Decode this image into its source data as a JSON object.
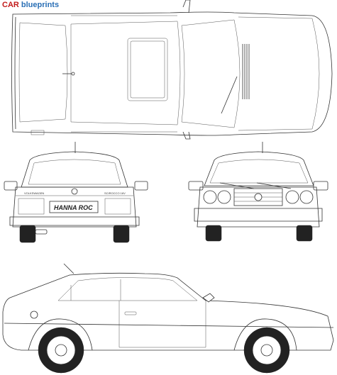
{
  "watermark": {
    "part1": "CAR",
    "part2": "blueprints"
  },
  "rear_view": {
    "make_badge": "VOLKSWAGEN",
    "model_badge": "SCIROCCO 16V",
    "license_plate": "HANNA ROC"
  },
  "colors": {
    "brand_red": "#c21a1a",
    "brand_blue": "#2a6fb5",
    "line": "#333333"
  }
}
